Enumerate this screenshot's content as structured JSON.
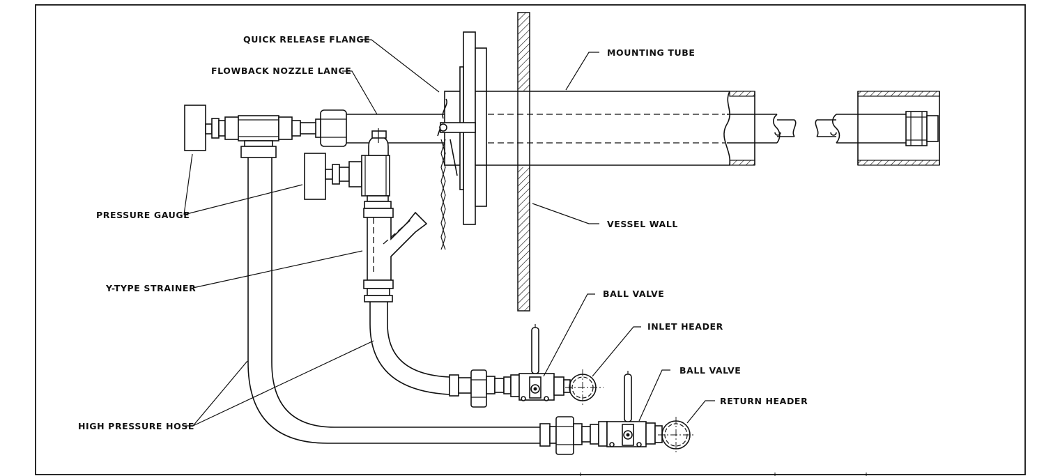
{
  "diagram": {
    "labels": {
      "quick_release_flange": "QUICK RELEASE FLANGE",
      "flowback_nozzle_lance": "FLOWBACK NOZZLE LANCE",
      "mounting_tube": "MOUNTING TUBE",
      "pressure_gauge": "PRESSURE GAUGE",
      "vessel_wall": "VESSEL WALL",
      "y_type_strainer": "Y-TYPE STRAINER",
      "ball_valve_inlet": "BALL VALVE",
      "inlet_header": "INLET HEADER",
      "ball_valve_return": "BALL VALVE",
      "return_header": "RETURN HEADER",
      "high_pressure_hose": "HIGH PRESSURE HOSE"
    }
  }
}
